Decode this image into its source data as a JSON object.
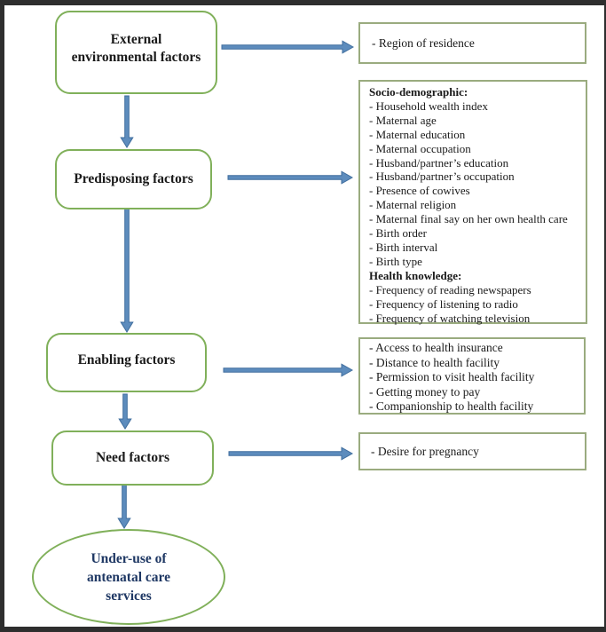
{
  "colors": {
    "frame": "#2e2e2e",
    "rounded-border": "#80b05a",
    "rect-border": "#9aab7f",
    "arrow-fill": "#5d8cbd",
    "arrow-stroke": "#406e9e",
    "outcome-text": "#1f3864",
    "text": "#1a1a1a"
  },
  "flow": {
    "stages": [
      {
        "name": "external-environmental-factors",
        "lines": [
          "External",
          "environmental factors"
        ]
      },
      {
        "name": "predisposing-factors",
        "lines": [
          "Predisposing factors"
        ]
      },
      {
        "name": "enabling-factors",
        "lines": [
          "Enabling factors"
        ]
      },
      {
        "name": "need-factors",
        "lines": [
          "Need factors"
        ]
      }
    ],
    "outcome": {
      "lines": [
        "Under-use of",
        "antenatal care",
        "services"
      ]
    },
    "detail_boxes": [
      {
        "items": [
          {
            "text": "- Region of residence"
          }
        ]
      },
      {
        "items": [
          {
            "text": "Socio-demographic:",
            "bold": true
          },
          {
            "text": "- Household wealth index"
          },
          {
            "text": "- Maternal age"
          },
          {
            "text": "- Maternal education"
          },
          {
            "text": "- Maternal occupation"
          },
          {
            "text": "- Husband/partner’s education"
          },
          {
            "text": "- Husband/partner’s occupation"
          },
          {
            "text": "- Presence of cowives"
          },
          {
            "text": "- Maternal religion"
          },
          {
            "text": "- Maternal final say on her own health care"
          },
          {
            "text": "- Birth order"
          },
          {
            "text": "- Birth interval"
          },
          {
            "text": "- Birth type"
          },
          {
            "text": "Health knowledge:",
            "bold": true
          },
          {
            "text": "- Frequency of reading newspapers"
          },
          {
            "text": "- Frequency of listening to radio"
          },
          {
            "text": "- Frequency of watching television"
          }
        ]
      },
      {
        "items": [
          {
            "text": "- Access to health insurance"
          },
          {
            "text": "- Distance to health facility"
          },
          {
            "text": "- Permission to visit health facility"
          },
          {
            "text": "- Getting money to pay"
          },
          {
            "text": "- Companionship to health facility"
          }
        ]
      },
      {
        "items": [
          {
            "text": "- Desire for pregnancy"
          }
        ]
      }
    ]
  }
}
